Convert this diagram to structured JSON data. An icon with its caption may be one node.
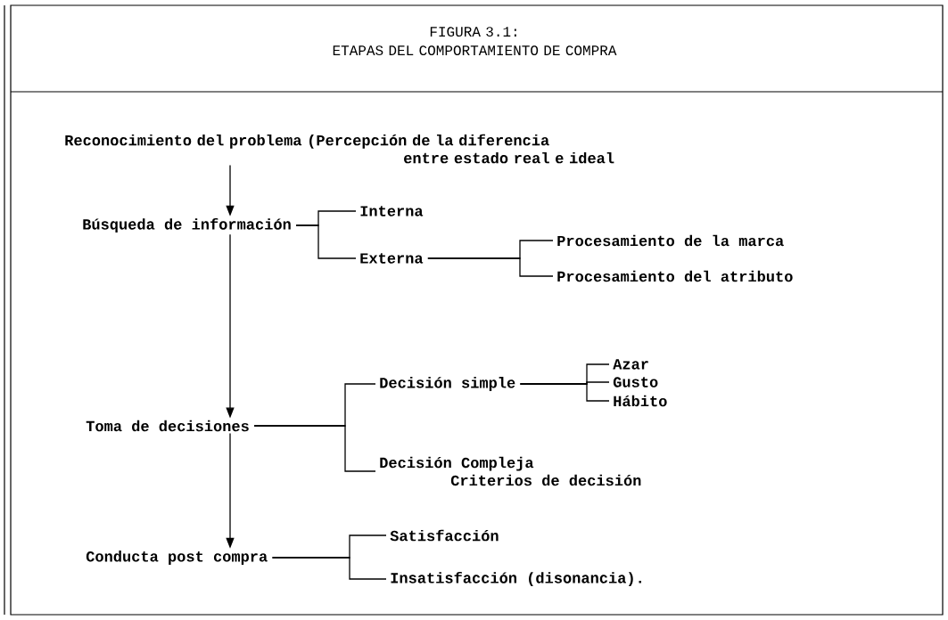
{
  "diagram": {
    "title": "FIGURA 3.1: ETAPAS DEL COMPORTAMIENTO DE COMPRA",
    "nodes": [
      {
        "text": [
          "Reconocimiento del problema (Percepción de la diferencia entre estado real e ideal"
        ]
      },
      {
        "text": [
          "Búsqueda de información"
        ]
      },
      {
        "text": [
          "Interna"
        ]
      },
      {
        "text": [
          "Externa"
        ]
      },
      {
        "text": [
          "Procesamiento de la marca"
        ]
      },
      {
        "text": [
          "Procesamiento del atributo"
        ]
      },
      {
        "text": [
          "Toma de decisiones"
        ]
      },
      {
        "text": [
          "Decisión simple"
        ]
      },
      {
        "text": [
          "Azar"
        ]
      },
      {
        "text": [
          "Gusto"
        ]
      },
      {
        "text": [
          "Hábito"
        ]
      },
      {
        "text": [
          "Decisión Compleja",
          "Criterios de decisión"
        ]
      },
      {
        "text": [
          "Conducta post compra"
        ]
      },
      {
        "text": [
          "Satisfacción"
        ]
      },
      {
        "text": [
          "Insatisfacción (disonancia)."
        ]
      }
    ],
    "edges": [
      {
        "from": 0,
        "to": 1,
        "arrow": "to"
      },
      {
        "from": 1,
        "to": 6,
        "arrow": "to"
      },
      {
        "from": 6,
        "to": 12,
        "arrow": "to"
      },
      {
        "from": 1,
        "to": 2,
        "arrow": "none"
      },
      {
        "from": 1,
        "to": 3,
        "arrow": "none"
      },
      {
        "from": 3,
        "to": 4,
        "arrow": "none"
      },
      {
        "from": 3,
        "to": 5,
        "arrow": "none"
      },
      {
        "from": 6,
        "to": 7,
        "arrow": "none"
      },
      {
        "from": 6,
        "to": 11,
        "arrow": "none"
      },
      {
        "from": 7,
        "to": 8,
        "arrow": "none"
      },
      {
        "from": 7,
        "to": 9,
        "arrow": "none"
      },
      {
        "from": 7,
        "to": 10,
        "arrow": "none"
      },
      {
        "from": 12,
        "to": 13,
        "arrow": "none"
      },
      {
        "from": 12,
        "to": 14,
        "arrow": "none"
      }
    ]
  }
}
